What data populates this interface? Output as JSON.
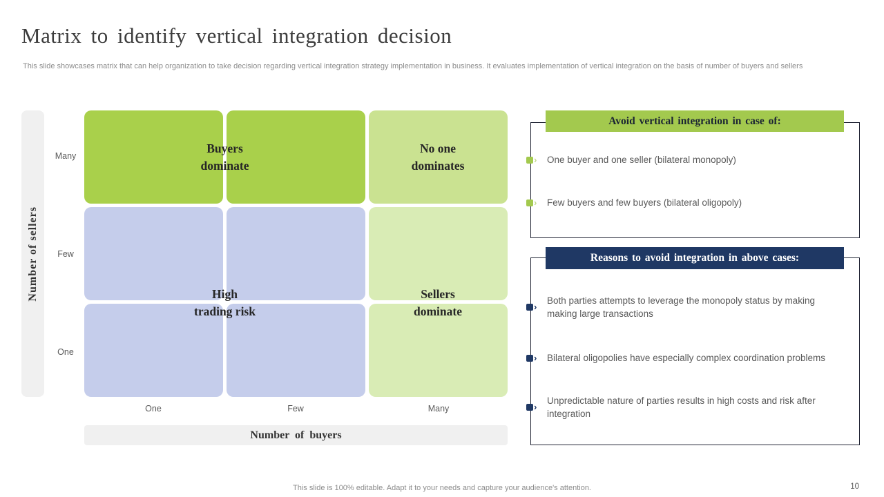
{
  "colors": {
    "accent_green": "#a3c94e",
    "cell_green_dark": "#a9d04b",
    "cell_green_mid": "#cae291",
    "cell_green_light": "#d9ecb5",
    "cell_blue": "#c5cdeb",
    "navy": "#1f3864",
    "axis_bar_gray": "#f0f0f0",
    "body_text_gray": "#595959"
  },
  "header": {
    "title": "Matrix to identify vertical integration decision",
    "subtitle": "This slide showcases matrix that can help organization to take decision regarding vertical integration strategy implementation in business. It evaluates implementation of vertical integration on the basis of number of buyers and sellers"
  },
  "matrix": {
    "y_axis_label": "Number of sellers",
    "x_axis_label": "Number of buyers",
    "row_labels": [
      "Many",
      "Few",
      "One"
    ],
    "col_labels": [
      "One",
      "Few",
      "Many"
    ],
    "quadrant_labels": {
      "buyers_dominate": {
        "line1": "Buyers",
        "line2": "dominate"
      },
      "no_one_dominates": {
        "line1": "No one",
        "line2": "dominates"
      },
      "high_trading_risk": {
        "line1": "High",
        "line2": "trading risk"
      },
      "sellers_dominate": {
        "line1": "Sellers",
        "line2": "dominate"
      }
    }
  },
  "panels": {
    "avoid": {
      "header": "Avoid vertical integration in case of:",
      "bullets": [
        "One buyer and one seller (bilateral monopoly)",
        "Few buyers and few buyers (bilateral oligopoly)"
      ]
    },
    "reasons": {
      "header": "Reasons to avoid integration in above cases:",
      "bullets": [
        "Both parties attempts to leverage the monopoly status by making making large transactions",
        "Bilateral oligopolies have especially complex coordination problems",
        "Unpredictable nature of parties results in high costs and risk after integration"
      ]
    }
  },
  "footer": {
    "note": "This slide is 100% editable. Adapt it to your needs and capture your audience's attention.",
    "page_number": "10"
  }
}
